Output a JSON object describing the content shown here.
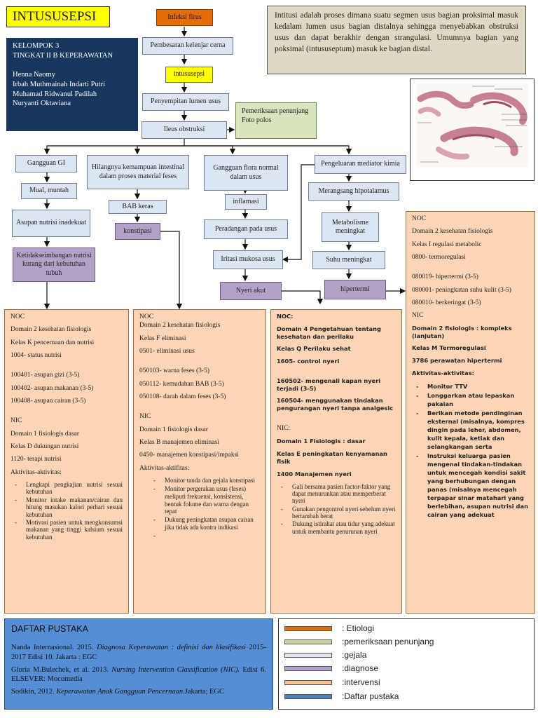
{
  "title": "INTUSUSEPSI",
  "group": {
    "line1": "KELOMPOK 3",
    "line2": "TINGKAT II B KEPERAWATAN",
    "members": [
      "Henna Naomy",
      "Irbah Muthmainah Indarti Putri",
      "Muhamad Ridwanul Padilah",
      "Nuryanti Oktaviana"
    ]
  },
  "definition": "Intitusi adalah proses dimana suatu segmen usus bagian proksimal masuk kedalam lumen usus bagian distalnya sehingga menyebabkan obstruksi usus dan dapat berakhir dengan strangulasi. Umumnya bagian yang poksimal (intususeptum) masuk ke bagian distal.",
  "flow": {
    "infeksi": "Infeksi firus",
    "pembesaran": "Pembesaran kelenjar cerna",
    "intususepsi": "intususepsi",
    "penyempitan": "Penyempitan lumen usus",
    "pemeriksaan": "Pemeriksaan penunjang\nFoto polos",
    "ileus": "Ileus obstruksi",
    "gangguan_gi": "Gangguan GI",
    "mual": "Mual, muntah",
    "asupan": "Asupan nutrisi inadekuat",
    "ketidak": "Ketidakseimbangan nutrisi kurang dari kebutuhan tubuh",
    "hilangnya": "Hilangnya kemampuan intestinal dalam proses material feses",
    "bab": "BAB keras",
    "konstipasi": "konstipasi",
    "gangguan_flora": "Gangguan flora normal dalam  usus",
    "inflamasi": "inflamasi",
    "peradangan": "Peradangan pada usus",
    "iritasi": "Iritasi mukosa usus",
    "nyeri": "Nyeri akut",
    "pengeluaran": "Pengeluaran mediator kimia",
    "merangsang": "Merangsang hipotalamus",
    "metabolisme": "Metabolisme meningkat",
    "suhu": "Suhu meningkat",
    "hipertermi": "hipertermi"
  },
  "box1": {
    "noc": "NOC",
    "domain": "Domain 2 kesehatan fisiologis",
    "kelas": "Kelas K pencernaan dan nutrisi",
    "code": "1004-  status nutrisi",
    "items": [
      "100401-  asupan gizi (3-5)",
      "100402-  asupan makanan (3-5)",
      "100408-  asupan cairan (3-5)"
    ],
    "nic": "NIC",
    "nic_domain": "Domain 1 fisiologis dasar",
    "nic_kelas": "Kelas D  dukungan nutrisi",
    "nic_code": "1120- terapi nutrisi",
    "akt": "Aktivitas-aktivitas:",
    "acts": [
      "Lengkapi pengkajian nutrisi sesuai kebutuhan",
      "Monitor intake makanan/cairan dan hitung masukan kalori perhari sesuai kebutuhan",
      "Motivasi pasien untuk mengkonsumsi makanan yang tinggi kalsium sesuai kebutuhan"
    ]
  },
  "box2": {
    "noc": "NOC",
    "domain": "Domain 2 kesehatan fisiologis",
    "kelas": "Kelas F eliminasi",
    "code": "0501- eliminasi usus",
    "items": [
      "050103- warna feses (3-5)",
      "050112- kemudahan BAB (3-5)",
      "050108- darah dalam feses (3-5)"
    ],
    "nic": "NIC",
    "nic_domain": "Domain 1 fisiologis dasar",
    "nic_kelas": "Kelas B manajemen eliminasi",
    "nic_code": "0450- manajemen konstipasi/impaksi",
    "akt": "Aktivitas-aktifitas:",
    "acts": [
      "Monitor tanda dan gejala konstipasi",
      "Monitor pergerakan usus (feses) meliputi frekuensi, konsistensi, bentuk folume dan warna dengan tepat",
      "Dukung peningkatan asupan cairan jika tidak ada kontra indikasi",
      ""
    ]
  },
  "box3": {
    "noc": "NOC:",
    "domain": "Domain 4 Pengetahuan tentang kesehatan dan perilaku",
    "kelas": "Kelas Q Perilaku sehat",
    "code": "1605- control nyeri",
    "items": [
      "160502- mengenali kapan nyeri terjadi (3-5)",
      "160504- menggunakan tindakan pengurangan nyeri tanpa analgesic"
    ],
    "nic": "NIC:",
    "nic_domain": "Domain 1 Fisiologis : dasar",
    "nic_kelas": "Kelas E peningkatan kenyamanan fisik",
    "nic_code": "1400 Manajemen nyeri",
    "acts": [
      "Gali bersama pasien factor-faktor yang dapat menurunkan atau memperberat nyeri",
      "Gunakan pengontrol nyeri sebelum nyeri bertambah berat",
      "Dukung istirahat atau tidur yang adekuat untuk membantu penurunan nyeri"
    ]
  },
  "box4": {
    "noc": "NOC",
    "domain": "Domain 2 kesehatan fisiologis",
    "kelas": "Kelas I regulasi metabolic",
    "code": "0800- termoregulasi",
    "items": [
      "080019- hipertermi (3-5)",
      "080001- peningkatan suhu kulit (3-5)",
      "080010- berkeringat (3-5)"
    ],
    "nic": "NIC",
    "nic_domain": "Domain 2 fisiologis : kompleks (lanjutan)",
    "nic_kelas": "Kelas M Termoregulasi",
    "nic_code": "3786 perawatan hipertermi",
    "akt": "Aktivitas-aktivitas:",
    "acts": [
      "Monitor TTV",
      "Longgarkan atau lepaskan pakaian",
      "Berikan metode pendinginan eksternal (misalnya, kompres dingin pada leher, abdomen, kulit kepala, ketiak dan selangkangan serta",
      "Instruksi keluarga pasien mengenai tindakan-tindakan untuk mencegah kondisi sakit yang berhubungan dengan panas (misalnya mencegah terpapar sinar matahari yang berlebihan, asupan nutrisi dan cairan yang adekuat"
    ]
  },
  "pustaka": {
    "title": "DAFTAR PUSTAKA",
    "r1a": "Nanda Internasional. 2015. ",
    "r1b": "Diagnosa Keperawatan : definisi dan klasifikasi",
    "r1c": " 2015-2017 Edisi 10. Jakarta : EGC",
    "r2a": "Gloria M.Bulechek, et al. 2013. ",
    "r2b": "Nursing Intervention Classification (NIC).",
    "r2c": " Edisi 6. ELSEVER: Mocomedia",
    "r3a": "Sodikin, 2012. ",
    "r3b": "Keperawatan Anak Gangguan Pencernaan.",
    "r3c": "Jakarta;  EGC"
  },
  "legend": [
    {
      "label": ": Etiologi",
      "color": "#e46c0a"
    },
    {
      "label": ":pemeriksaan penunjang",
      "color": "#c3d69b"
    },
    {
      "label": ":gejala",
      "color": "#dce6f2"
    },
    {
      "label": ":diagnose",
      "color": "#b3a2c7"
    },
    {
      "label": ":intervensi",
      "color": "#fac090"
    },
    {
      "label": ":Daftar pustaka",
      "color": "#4f81bd"
    }
  ],
  "colors": {
    "title_bg": "#ffff00",
    "group_bg": "#17375e",
    "definition_bg": "#ddd9c3",
    "pustaka_bg": "#558ed5",
    "intervensi_bg": "#fbd5b5"
  }
}
